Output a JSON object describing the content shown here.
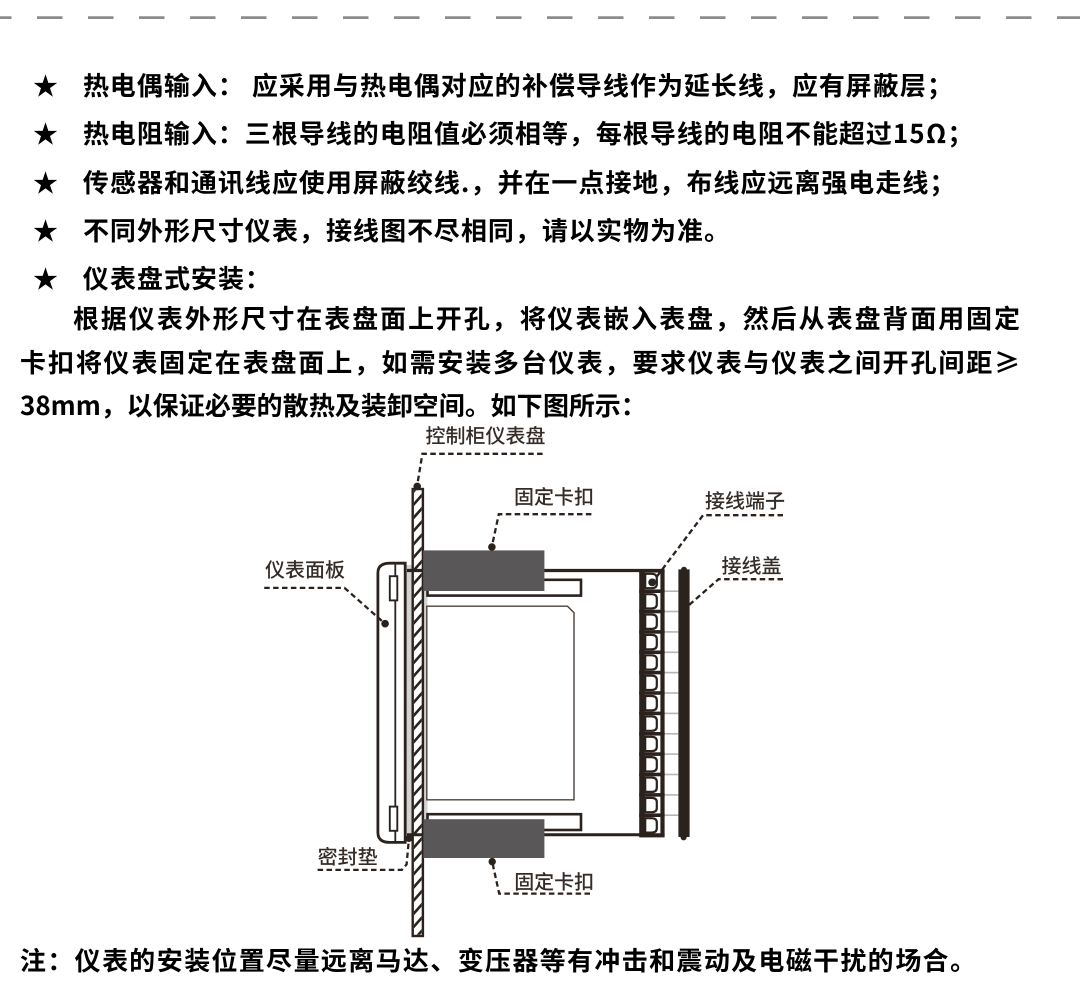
{
  "page": {
    "background": "#ffffff",
    "text_color": "#000000",
    "diagram_ink": "#2b221d",
    "label_color": "#352c27",
    "clip_gray": "#595757",
    "gasket_gray": "#d3d3d3",
    "rule_gray": "#8c8c8c"
  },
  "bullets": [
    {
      "marker": "★",
      "text": "热电偶输入： 应采用与热电偶对应的补偿导线作为延长线，应有屏蔽层；"
    },
    {
      "marker": "★",
      "text": "热电阻输入：三根导线的电阻值必须相等，每根导线的电阻不能超过15Ω；"
    },
    {
      "marker": "★",
      "text": "传感器和通讯线应使用屏蔽绞线.，并在一点接地，布线应远离强电走线；"
    },
    {
      "marker": "★",
      "text": "不同外形尺寸仪表，接线图不尽相同，请以实物为准。"
    },
    {
      "marker": "★",
      "text": "仪表盘式安装："
    }
  ],
  "paragraph": {
    "lines": [
      "根据仪表外形尺寸在表盘面上开孔，将仪表嵌入表盘，然后从表盘背面用固定",
      "卡扣将仪表固定在表盘面上，如需安装多台仪表，要求仪表与仪表之间开孔间距≥",
      "38mm，以保证必要的散热及装卸空间。如下图所示："
    ]
  },
  "diagram": {
    "labels": {
      "panel": "控制柜仪表盘",
      "clip_top": "固定卡扣",
      "terminal": "接线端子",
      "cover": "接线盖",
      "front_panel": "仪表面板",
      "gasket": "密封垫",
      "clip_bottom": "固定卡扣"
    }
  },
  "note": "注：仪表的安装位置尽量远离马达、变压器等有冲击和震动及电磁干扰的场合。"
}
